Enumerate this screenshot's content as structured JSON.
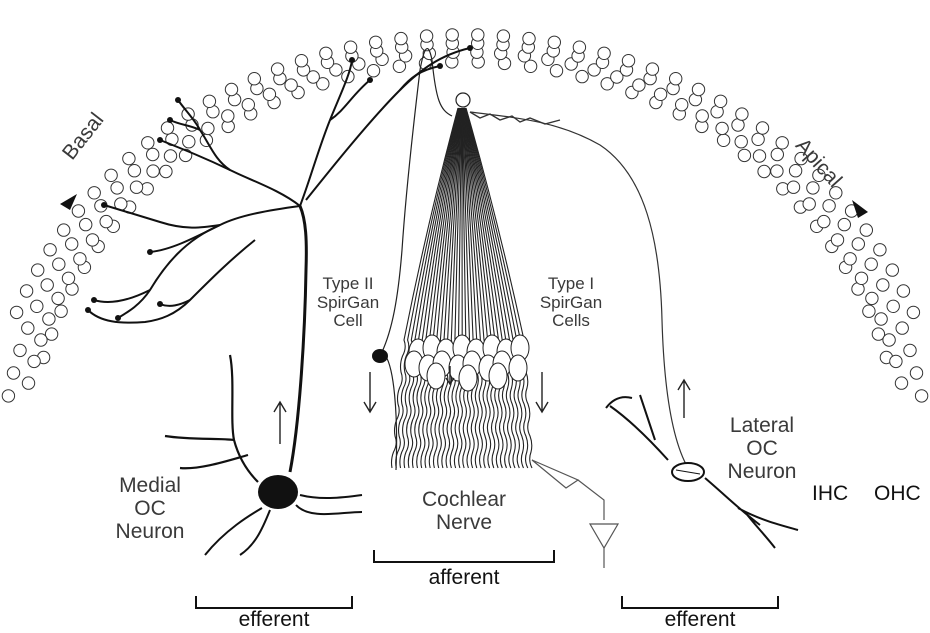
{
  "labels": {
    "basal": "Basal",
    "apical": "Apical",
    "type2": [
      "Type II",
      "SpirGan",
      "Cell"
    ],
    "type1": [
      "Type I",
      "SpirGan",
      "Cells"
    ],
    "medial": [
      "Medial",
      "OC",
      "Neuron"
    ],
    "lateral": [
      "Lateral",
      "OC",
      "Neuron"
    ],
    "cochlear": [
      "Cochlear",
      "Nerve"
    ],
    "ihc": "IHC",
    "ohc": "OHC",
    "afferent": "afferent",
    "efferent_left": "efferent",
    "efferent_right": "efferent"
  },
  "colors": {
    "ink": "#111111",
    "label": "#3a3a3a"
  }
}
